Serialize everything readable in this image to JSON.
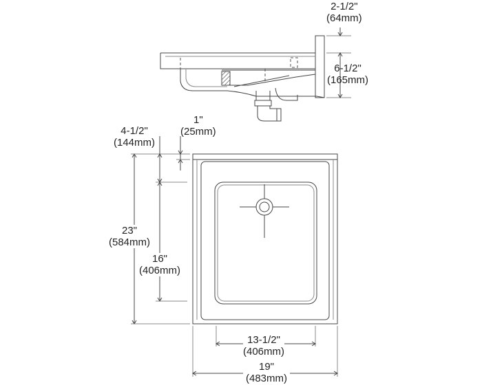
{
  "dimensions": {
    "backsplash_height": {
      "imperial": "2-1/2\"",
      "metric": "(64mm)"
    },
    "bowl_depth": {
      "imperial": "6-1/2\"",
      "metric": "(165mm)"
    },
    "front_to_bowl": {
      "imperial": "4-1/2\"",
      "metric": "(144mm)"
    },
    "backsplash_thickness": {
      "imperial": "1\"",
      "metric": "(25mm)"
    },
    "overall_depth": {
      "imperial": "23\"",
      "metric": "(584mm)"
    },
    "bowl_length": {
      "imperial": "16\"",
      "metric": "(406mm)"
    },
    "bowl_width": {
      "imperial": "13-1/2\"",
      "metric": "(406mm)"
    },
    "overall_width": {
      "imperial": "19\"",
      "metric": "(483mm)"
    }
  }
}
